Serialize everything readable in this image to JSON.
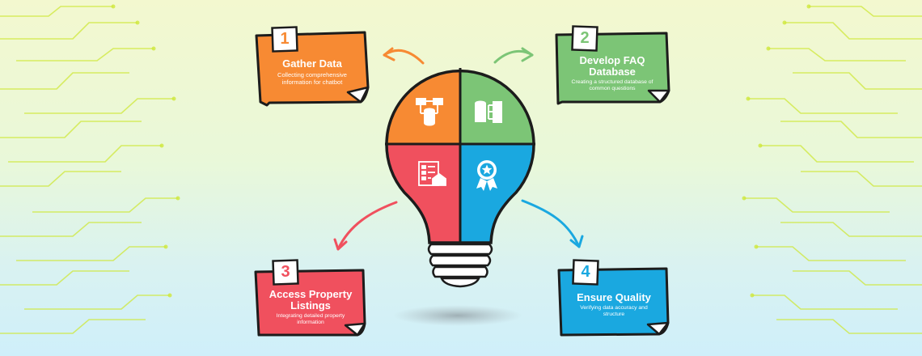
{
  "colors": {
    "orange": "#f78a33",
    "green": "#7cc576",
    "red": "#f0505e",
    "blue": "#1aa8e0",
    "outline": "#1c1c1c",
    "circuit": "#c8e83c"
  },
  "steps": [
    {
      "number": "1",
      "title": "Gather Data",
      "description": "Collecting comprehensive information for chatbot",
      "icon": "database-network-icon"
    },
    {
      "number": "2",
      "title": "Develop FAQ Database",
      "description": "Creating a structured database of common questions",
      "icon": "database-hierarchy-icon"
    },
    {
      "number": "3",
      "title": "Access Property Listings",
      "description": "Integrating detailed property information",
      "icon": "property-document-icon"
    },
    {
      "number": "4",
      "title": "Ensure Quality",
      "description": "Verifying data accuracy and structure",
      "icon": "quality-badge-icon"
    }
  ]
}
